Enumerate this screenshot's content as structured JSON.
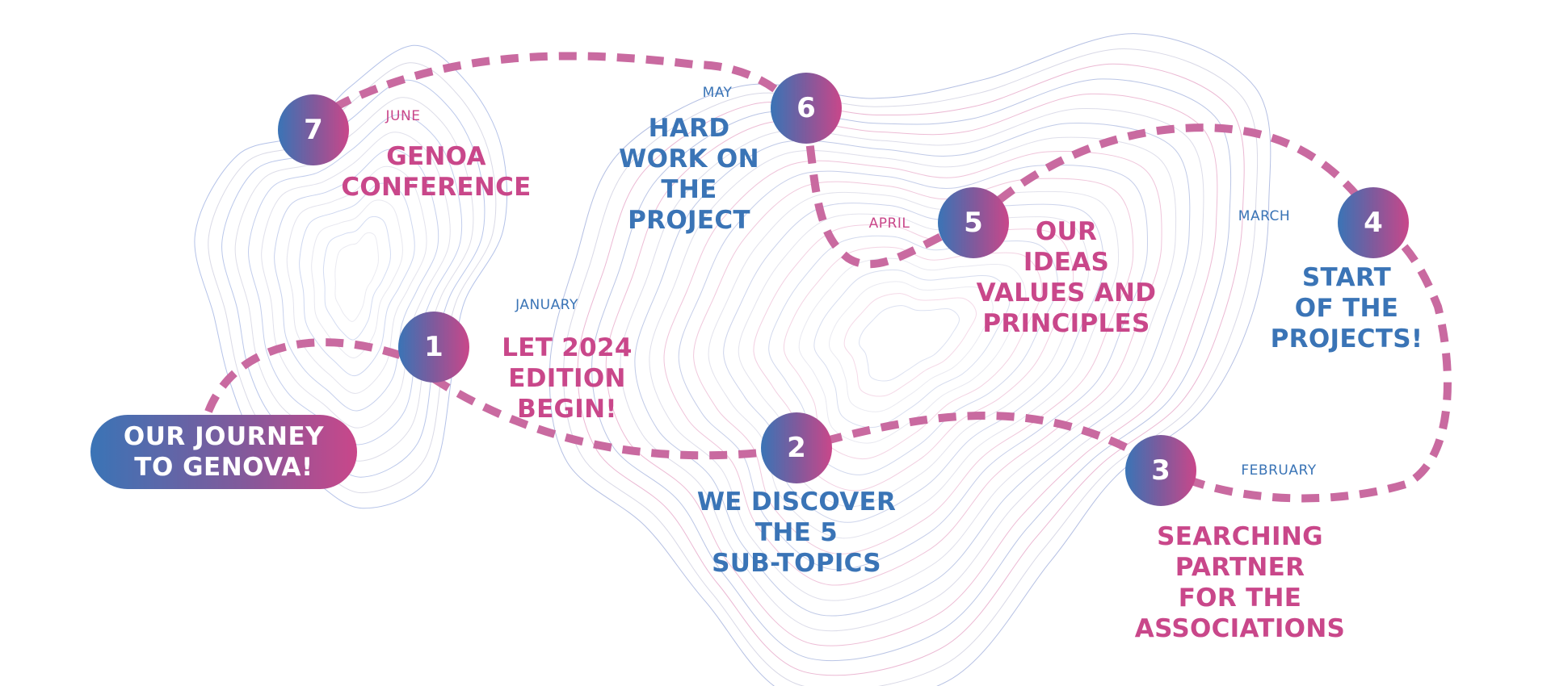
{
  "colors": {
    "blue": "#3a74b6",
    "pink": "#c9478a",
    "path": "#c96aa0"
  },
  "title": "OUR JOURNEY\nTO GENOVA!",
  "steps": [
    {
      "number": "1",
      "month": "JANUARY",
      "label": "LET 2024\nEDITION\nBEGIN!",
      "month_color": "#3a74b6",
      "label_color": "#c9478a"
    },
    {
      "number": "2",
      "month": "",
      "label": "WE DISCOVER\nTHE 5\nSUB-TOPICS",
      "month_color": "#3a74b6",
      "label_color": "#3a74b6"
    },
    {
      "number": "3",
      "month": "FEBRUARY",
      "label": "SEARCHING\nPARTNER\nFOR THE\nASSOCIATIONS",
      "month_color": "#3a74b6",
      "label_color": "#c9478a"
    },
    {
      "number": "4",
      "month": "MARCH",
      "label": "START\nOF THE\nPROJECTS!",
      "month_color": "#3a74b6",
      "label_color": "#3a74b6"
    },
    {
      "number": "5",
      "month": "APRIL",
      "label": "OUR\nIDEAS\nVALUES AND\nPRINCIPLES",
      "month_color": "#c9478a",
      "label_color": "#c9478a"
    },
    {
      "number": "6",
      "month": "MAY",
      "label": "HARD\nWORK ON\nTHE\nPROJECT",
      "month_color": "#3a74b6",
      "label_color": "#3a74b6"
    },
    {
      "number": "7",
      "month": "JUNE",
      "label": "GENOA\nCONFERENCE",
      "month_color": "#c9478a",
      "label_color": "#c9478a"
    }
  ]
}
